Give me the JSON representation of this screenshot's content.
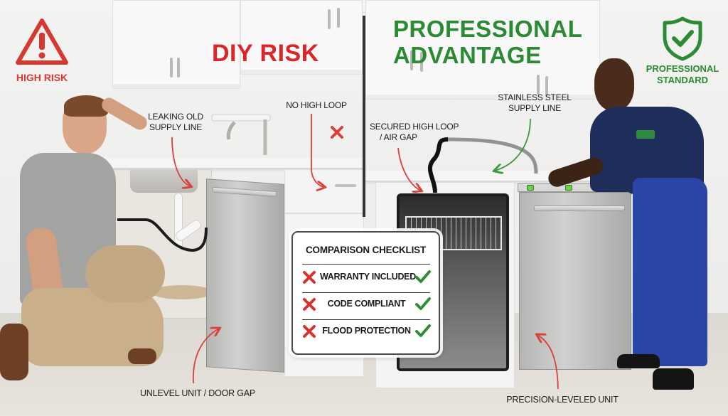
{
  "colors": {
    "risk_red": "#d8262a",
    "pro_green": "#2d8a34",
    "divider": "#2c3539",
    "annotation_text": "#1d1d1d"
  },
  "left_panel": {
    "title": "DIY RISK",
    "badge": {
      "icon": "warning-triangle-icon",
      "label": "HIGH RISK"
    },
    "annotations": [
      {
        "id": "leaking-supply-line",
        "text_line1": "LEAKING OLD",
        "text_line2": "SUPPLY LINE",
        "arrow_color": "red"
      },
      {
        "id": "no-high-loop",
        "text": "NO HIGH LOOP",
        "marker": "x-mark-icon",
        "arrow_color": "red"
      },
      {
        "id": "unlevel-unit",
        "text": "UNLEVEL UNIT / DOOR GAP",
        "arrow_color": "red"
      }
    ]
  },
  "right_panel": {
    "title_line1": "PROFESSIONAL",
    "title_line2": "ADVANTAGE",
    "badge": {
      "icon": "shield-check-icon",
      "label_line1": "PROFESSIONAL",
      "label_line2": "STANDARD"
    },
    "annotations": [
      {
        "id": "stainless-supply-line",
        "text_line1": "STAINLESS STEEL",
        "text_line2": "SUPPLY LINE",
        "arrow_color": "green"
      },
      {
        "id": "secured-high-loop",
        "text_line1": "SECURED HIGH LOOP",
        "text_line2": "/ AIR GAP",
        "arrow_color": "red"
      },
      {
        "id": "precision-leveled",
        "text": "PRECISION-LEVELED UNIT",
        "arrow_color": "red"
      }
    ]
  },
  "checklist": {
    "title": "COMPARISON CHECKLIST",
    "rows": [
      {
        "label": "WARRANTY INCLUDED",
        "diy": "x-mark-icon",
        "pro": "check-mark-icon"
      },
      {
        "label": "CODE COMPLIANT",
        "diy": "x-mark-icon",
        "pro": "check-mark-icon"
      },
      {
        "label": "FLOOD PROTECTION",
        "diy": "x-mark-icon",
        "pro": "check-mark-icon"
      }
    ]
  }
}
